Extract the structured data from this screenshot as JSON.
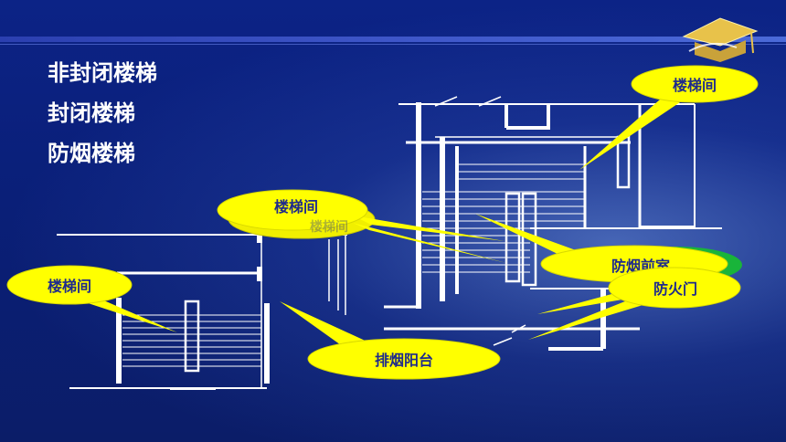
{
  "titles": [
    "非封闭楼梯",
    "封闭楼梯",
    "防烟楼梯"
  ],
  "callouts": {
    "stair_left": "楼梯间",
    "stair_middle": "楼梯间",
    "stair_middle_shadow": "楼梯间",
    "stair_right": "楼梯间",
    "smoke_balcony": "排烟阳台",
    "smoke_anteroom": "防烟前室",
    "fire_door": "防火门"
  },
  "colors": {
    "background": "#0b1f6e",
    "callout_fill": "#ffff00",
    "callout_text": "#1e2a8c",
    "line": "#ffffff"
  }
}
